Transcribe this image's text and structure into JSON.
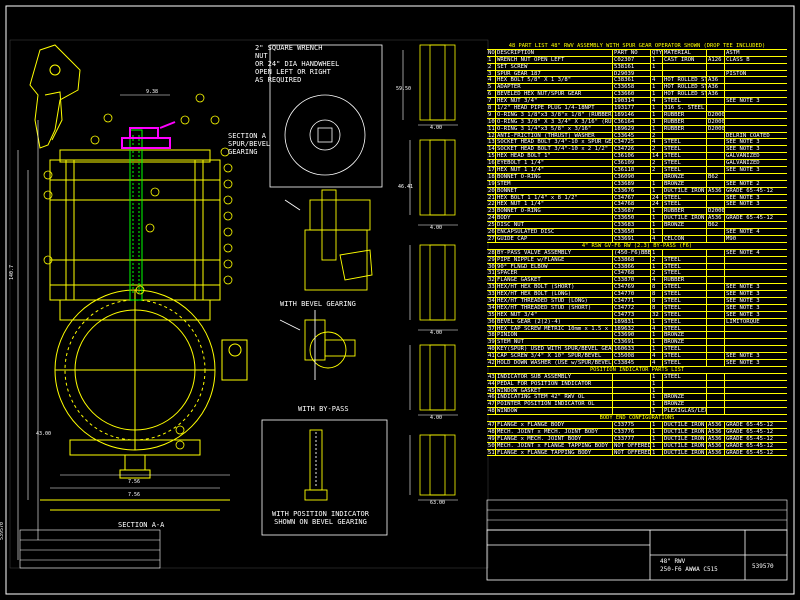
{
  "drawing": {
    "parts_list_title": "48 PART LIST 48\" RWV ASSEMBLY WITH SPUR GEAR OPERATOR SHOWN (DROP TEE INCLUDED)",
    "section_a_label": "SECTION A\nSPUR/BEVEL\nGEARING",
    "section_aa_label": "SECTION A-A",
    "wrench_note": "2\" SQUARE WRENCH\nNUT\nOR 24\" DIA HANDWHEEL\nOPEN LEFT OR RIGHT\nAS REQUIRED",
    "bevel_label": "WITH BEVEL GEARING",
    "bypass_label": "WITH BY-PASS",
    "position_indicator_label": "WITH POSITION INDICATOR\nSHOWN ON BEVEL GEARING",
    "dim_labels": [
      "9.38",
      "140.7",
      "59.50",
      "4.00",
      "4.00",
      "4.00",
      "63.00",
      "4.00",
      "7.56",
      "7.56",
      "43.00",
      "46.41"
    ],
    "title_block": {
      "drawing_no": "539570",
      "title": "48\" RWV\n250-F6 AWWA C515",
      "side_no": "539570"
    }
  },
  "parts_table": {
    "headers": [
      "NO",
      "DESCRIPTION",
      "PART NO",
      "QTY",
      "MATERIAL",
      "",
      "ASTM"
    ],
    "rows": [
      [
        "1",
        "WRENCH NUT OPEN LEFT",
        "C02307",
        "1",
        "CAST IRON",
        "A126",
        "CLASS B"
      ],
      [
        "2",
        "SET SCREW",
        "538161",
        "1",
        "",
        "",
        ""
      ],
      [
        "3",
        "SPUR GEAR 187",
        "D29039",
        "",
        "",
        "",
        "PISTON"
      ],
      [
        "4",
        "HEX BOLT 5/8\" X 1 3/8\"",
        "C38361",
        "4",
        "HOT ROLLED STEEL",
        "A36",
        ""
      ],
      [
        "5",
        "ADAPTER",
        "C33658",
        "1",
        "HOT ROLLED STEEL",
        "A36",
        ""
      ],
      [
        "6",
        "BEVELED HEX NUT/SPUR GEAR",
        "C33660",
        "1",
        "HOT ROLLED STEEL",
        "A36",
        ""
      ],
      [
        "7",
        "HEX NUT 3/4\"",
        "190314",
        "4",
        "STEEL",
        "",
        "SEE NOTE 3"
      ],
      [
        "8",
        "1/2\" HEAD PIPE PLUG 1/4-18NPT",
        "193177",
        "1",
        "316 S. STEEL",
        "",
        ""
      ],
      [
        "9",
        "O-RING 3 1/8\"x3 3/8\"x 1/8\" (RUBBER)",
        "189146",
        "1",
        "RUBBER",
        "D2000",
        ""
      ],
      [
        "10",
        "O-RING 3 3/8\" X 3 3/4\" X 3/16\" (RUBBER)",
        "C36164",
        "3",
        "RUBBER",
        "D2000",
        ""
      ],
      [
        "11",
        "O-RING 3 1/4\"x3 5/8\" x 3/16\"",
        "189629",
        "1",
        "RUBBER",
        "D2000",
        ""
      ],
      [
        "12",
        "ANTI-FRICTION (THRUST) WASHER",
        "C33645",
        "2",
        "",
        "",
        "DELRIN COATED"
      ],
      [
        "13",
        "SOCKET HEAD BOLT 3/4\"-10 x SPUR GEAR",
        "C34725",
        "4",
        "STEEL",
        "",
        "SEE NOTE 3"
      ],
      [
        "14",
        "SOCKET HEAD BOLT 3/4\"-10 x 2 1/2\"",
        "C34726",
        "2",
        "STEEL",
        "",
        "SEE NOTE 3"
      ],
      [
        "15",
        "HEX HEAD BOLT 1\"",
        "C36106",
        "14",
        "STEEL",
        "",
        "GALVANIZED"
      ],
      [
        "16",
        "EYEBOLT 1 1/4\"",
        "C36109",
        "2",
        "STEEL",
        "",
        "GALVANIZED"
      ],
      [
        "17",
        "HEX NUT 1 1/4\"",
        "C36110",
        "2",
        "STEEL",
        "",
        "SEE NOTE 3"
      ],
      [
        "18",
        "BONNET O-RING",
        "C36090",
        "",
        "BRONZE",
        "B62",
        ""
      ],
      [
        "19",
        "STEM",
        "C33689",
        "1",
        "BRONZE",
        "",
        "SEE NOTE 2"
      ],
      [
        "20",
        "BONNET",
        "C33676",
        "1",
        "DUCTILE IRON",
        "A536",
        "GRADE 65-45-12"
      ],
      [
        "21",
        "HEX BOLT 1 1/4\" x 8 1/2\"",
        "C34767",
        "24",
        "STEEL",
        "",
        "SEE NOTE 3"
      ],
      [
        "22",
        "HEX NUT 1 1/4\"",
        "C34768",
        "24",
        "STEEL",
        "",
        "SEE NOTE 3"
      ],
      [
        "23",
        "BONNET O-RING",
        "C33687",
        "1",
        "RUBBER",
        "D2000",
        ""
      ],
      [
        "24",
        "BODY",
        "C33650",
        "1",
        "DUCTILE IRON",
        "A536",
        "GRADE 65-45-12"
      ],
      [
        "25",
        "DISC NUT",
        "C33683",
        "1",
        "BRONZE",
        "B62",
        ""
      ],
      [
        "26",
        "ENCAPSULATED DISC",
        "C33650",
        "1",
        "",
        "",
        "SEE NOTE 4"
      ],
      [
        "27",
        "GUIDE CAP",
        "C33691",
        "4",
        "CELCON",
        "",
        "M90"
      ]
    ],
    "section2_title": "4\" RSW GV-F6 RW (2.3) BY-PASS (F6)",
    "rows2": [
      [
        "28",
        "BY-PASS VALVE ASSEMBLY",
        "(450-F6)BBB06",
        "1",
        "",
        "",
        "SEE NOTE 4"
      ],
      [
        "29",
        "PIPE NIPPLE w/FLANGE",
        "C33868",
        "2",
        "STEEL",
        "",
        ""
      ],
      [
        "30",
        "90° FLNGD ELBOW",
        "C33866",
        "1",
        "STEEL",
        "",
        ""
      ],
      [
        "31",
        "SPACER",
        "C34768",
        "2",
        "STEEL",
        "",
        ""
      ],
      [
        "32",
        "FLANGE GASKET",
        "C33870",
        "4",
        "RUBBER",
        "",
        ""
      ],
      [
        "33a",
        "HEX/HT HEX BOLT (SHORT)",
        "C34769",
        "8",
        "STEEL",
        "",
        "SEE NOTE 3"
      ],
      [
        "33b",
        "HEX/HT HEX BOLT (LONG)",
        "C34770",
        "8",
        "STEEL",
        "",
        "SEE NOTE 3"
      ],
      [
        "34a",
        "HEX/HT THREADED STUD (LONG)",
        "C34771",
        "8",
        "STEEL",
        "",
        "SEE NOTE 3"
      ],
      [
        "34b",
        "HEX/HT THREADED STUD (SHORT)",
        "C34772",
        "8",
        "STEEL",
        "",
        "SEE NOTE 3"
      ],
      [
        "35",
        "HEX NUT 3/4\"",
        "C34773",
        "32",
        "STEEL",
        "",
        "SEE NOTE 3"
      ],
      [
        "36",
        "BEVEL GEAR (2(2)-4)",
        "189831",
        "1",
        "STEEL",
        "",
        "LIMITORQUE"
      ],
      [
        "37",
        "HEX CAP SCREW METRIC 10mm x 1.5 x 30mm",
        "189632",
        "4",
        "STEEL",
        "",
        ""
      ],
      [
        "38",
        "PINION",
        "C33690",
        "1",
        "BRONZE",
        "",
        ""
      ],
      [
        "39",
        "STEM NUT",
        "C33691",
        "1",
        "BRONZE",
        "",
        ""
      ],
      [
        "40",
        "KEY(SPUR) USED WITH SPUR/BEVEL GEARING",
        "160633",
        "1",
        "STEEL",
        "",
        ""
      ],
      [
        "41",
        "CAP SCREW 3/4\" X 10\" SPUR/BEVEL",
        "C35008",
        "4",
        "STEEL",
        "",
        "SEE NOTE 3"
      ],
      [
        "42",
        "HOLD DOWN WASHER (USE w/SPUR/BEVEL)",
        "C33845",
        "4",
        "STEEL",
        "",
        "SEE NOTE 3"
      ]
    ],
    "section3_title": "POSITION INDICATOR PARTS LIST",
    "rows3": [
      [
        "43",
        "INDICATOR SUB ASSEMBLY",
        "",
        "1",
        "STEEL",
        "",
        ""
      ],
      [
        "44",
        "PEDAL FOR POSITION INDICATOR",
        "",
        "1",
        "",
        "",
        ""
      ],
      [
        "45",
        "WINDOW GASKET",
        "",
        "1",
        "",
        "",
        ""
      ],
      [
        "46",
        "INDICATING STEM 42\" RWV OL",
        "",
        "1",
        "BRONZE",
        "",
        ""
      ],
      [
        "47",
        "POINTER POSITION INDICATOR OL",
        "",
        "1",
        "BRONZE",
        "",
        ""
      ],
      [
        "48",
        "WINDOW",
        "",
        "1",
        "PLEXIGLAS/LEXAN",
        "",
        ""
      ]
    ],
    "section4_title": "BODY END CONFIGURATIONS",
    "rows4": [
      [
        "47",
        "FLANGE x FLANGE BODY",
        "C33775",
        "1",
        "DUCTILE IRON",
        "A536",
        "GRADE 65-45-12"
      ],
      [
        "48",
        "MECH. JOINT x MECH. JOINT BODY",
        "C33776",
        "1",
        "DUCTILE IRON",
        "A536",
        "GRADE 65-45-12"
      ],
      [
        "49",
        "FLANGE x MECH. JOINT BODY",
        "C33777",
        "1",
        "DUCTILE IRON",
        "A536",
        "GRADE 65-45-12"
      ],
      [
        "50",
        "MECH. JOINT x FLANGE TAPPING BODY",
        "NOT OFFERED",
        "1",
        "DUCTILE IRON",
        "A536",
        "GRADE 65-45-12"
      ],
      [
        "51",
        "FLANGE x FLANGE TAPPING BODY",
        "NOT OFFERED",
        "1",
        "DUCTILE IRON",
        "A536",
        "GRADE 65-45-12"
      ]
    ]
  }
}
